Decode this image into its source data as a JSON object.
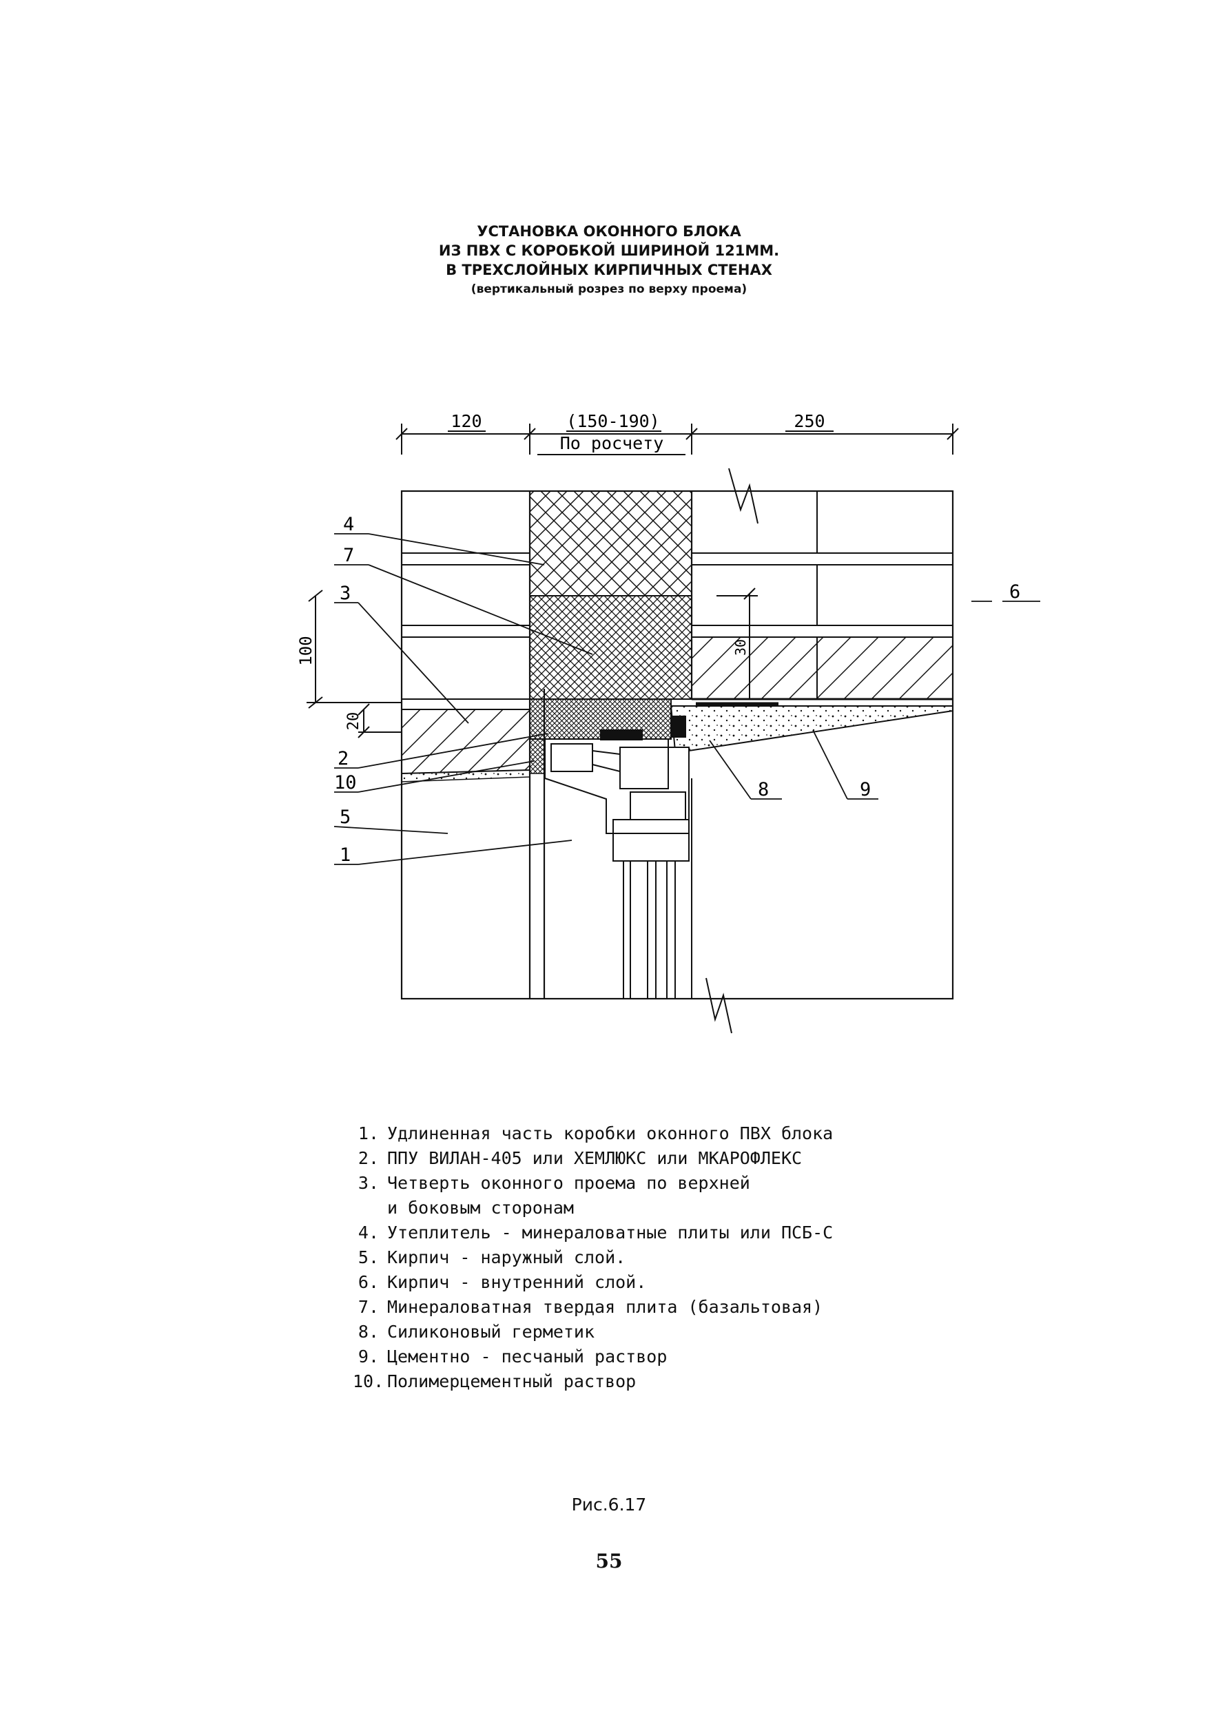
{
  "title": {
    "line1": "УСТАНОВКА ОКОННОГО БЛОКА",
    "line2": "ИЗ ПВХ С КОРОБКОЙ ШИРИНОЙ 121ММ.",
    "line3": "В ТРЕХСЛОЙНЫХ КИРПИЧНЫХ СТЕНАХ",
    "line4": "(вертикальный розрез по верху проема)"
  },
  "dimensions": {
    "d120": "120",
    "d150_190": "(150-190)",
    "by_calc": "По росчету",
    "d250": "250",
    "d100": "100",
    "d20": "20",
    "d30": "30"
  },
  "callouts": [
    "4",
    "7",
    "3",
    "2",
    "10",
    "5",
    "1",
    "6",
    "8",
    "9"
  ],
  "legend": [
    {
      "num": "1.",
      "text": "Удлиненная часть коробки оконного ПВХ блока"
    },
    {
      "num": "2.",
      "text": "ППУ ВИЛАН-405 или ХЕМЛЮКС или МКАРОФЛЕКС"
    },
    {
      "num": "3.",
      "text": "Четверть оконного проема по верхней",
      "cont": "и боковым сторонам"
    },
    {
      "num": "4.",
      "text": "Утеплитель - минераловатные плиты или ПСБ-С"
    },
    {
      "num": "5.",
      "text": "Кирпич - наружный слой."
    },
    {
      "num": "6.",
      "text": "Кирпич - внутренний слой."
    },
    {
      "num": "7.",
      "text": "Минераловатная твердая плита (базальтовая)"
    },
    {
      "num": "8.",
      "text": "Силиконовый герметик"
    },
    {
      "num": "9.",
      "text": "Цементно - песчаный раствор"
    },
    {
      "num": "10.",
      "text": "Полимерцементный раствор"
    }
  ],
  "caption": "Рис.6.17",
  "page_number": "55"
}
